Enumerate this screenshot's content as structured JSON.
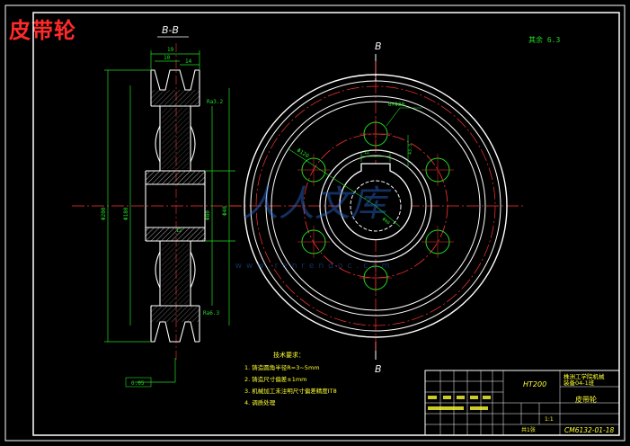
{
  "drawing_title": "皮带轮",
  "section_label": "B-B",
  "view_marker": "B",
  "roughness_note": "其余 6.3",
  "watermark": {
    "main": "人人文库",
    "sub": "www.renrendoc.com"
  },
  "dims": {
    "d1": "19",
    "d2": "10",
    "d3": "14",
    "ra1": "Ra3.2",
    "od": "Φ200",
    "pd": "Φ180",
    "hub": "Φ80",
    "bore": "Φ40",
    "hole": "6×Φ30",
    "pcd": "Φ120",
    "key": "12",
    "keyd": "43.3",
    "flat": "Ra6.3",
    "tol": "0.05"
  },
  "tech_req": {
    "heading": "技术要求：",
    "items": [
      "1. 铸造圆角半径R=3~5mm",
      "2. 铸造尺寸偏差±1mm",
      "3. 机械加工未注明尺寸偏差精度IT8",
      "4. 调质处理"
    ]
  },
  "title_block": {
    "material": "HT200",
    "school_line1": "株洲工学院机械",
    "school_line2": "装备04-1班",
    "part_name": "皮带轮",
    "drawing_no": "CM6132-01-18",
    "scale": "1:1",
    "sheet": "共1张"
  }
}
